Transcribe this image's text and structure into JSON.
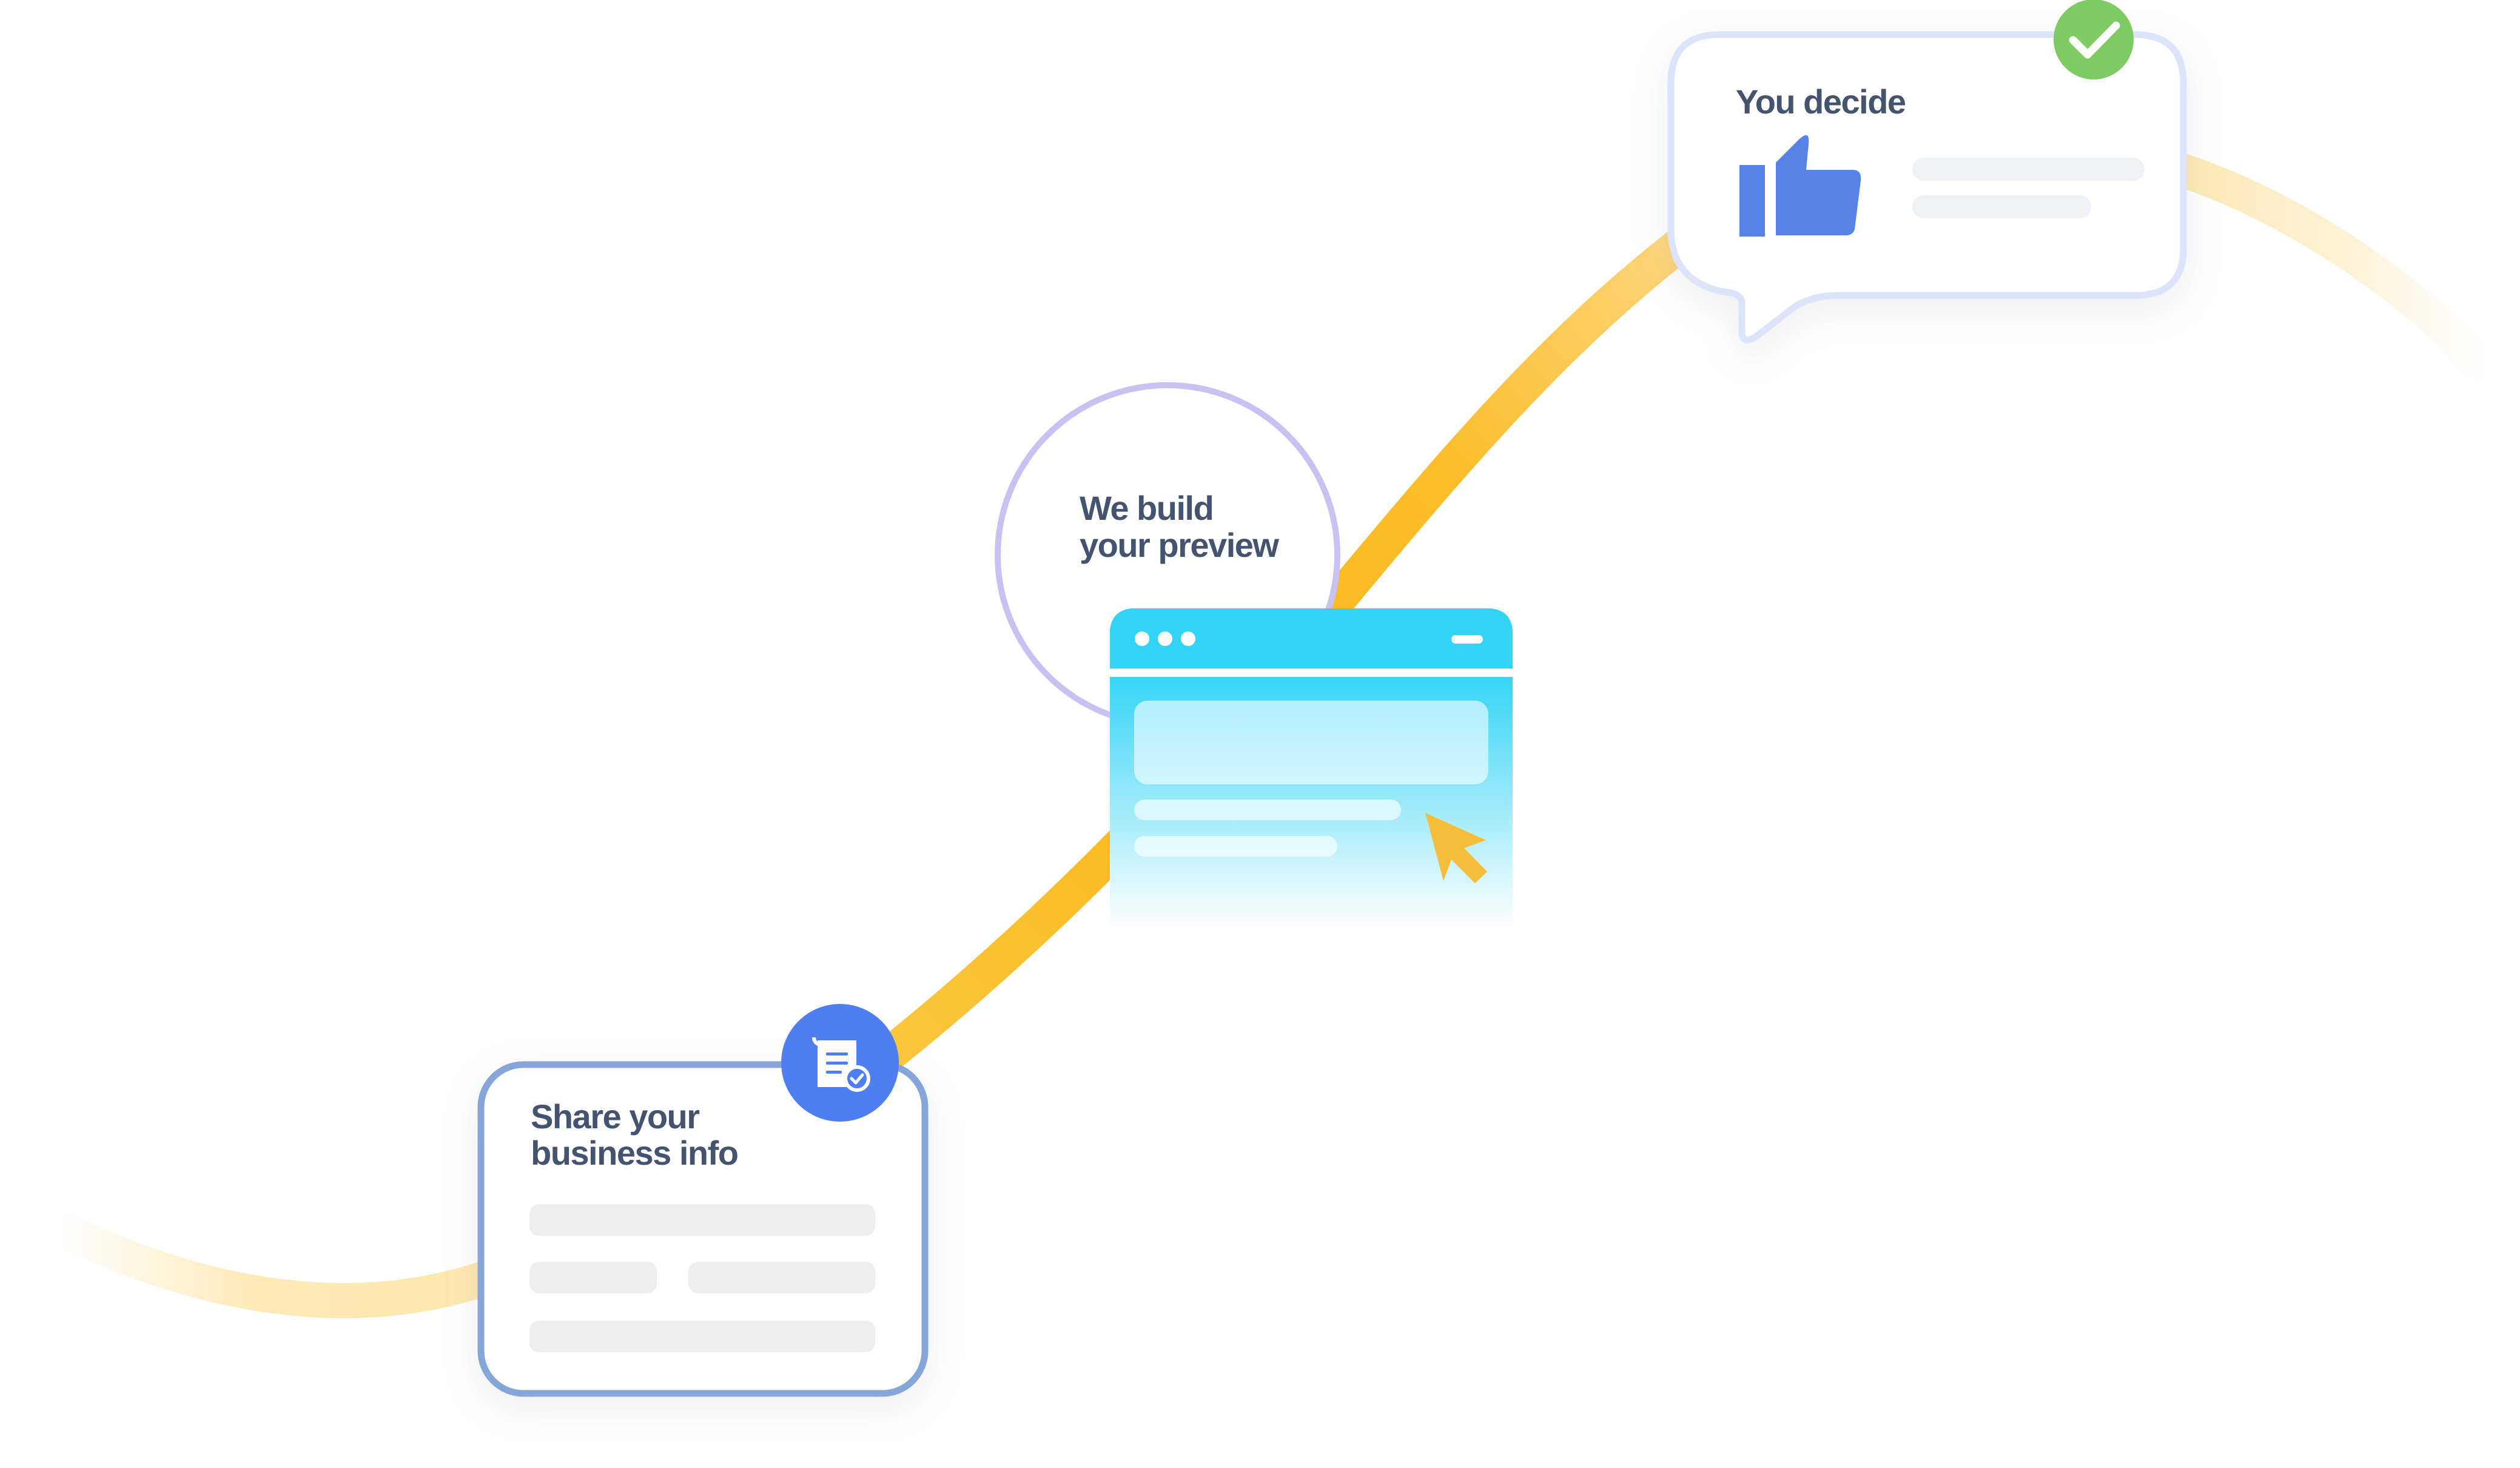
{
  "steps": [
    {
      "id": "share",
      "title_lines": [
        "Share your",
        "business info"
      ],
      "badge_icon": "document-check-icon",
      "accent": "#4f7ef0"
    },
    {
      "id": "build",
      "title_lines": [
        "We build",
        "your preview"
      ],
      "icon": "browser-window-icon",
      "accent": "#33d3f5"
    },
    {
      "id": "decide",
      "title_lines": [
        "You decide"
      ],
      "icon": "thumbs-up-icon",
      "badge_icon": "checkmark-icon",
      "accent": "#5783e8",
      "badge_color": "#7dcb62"
    }
  ],
  "colors": {
    "path": "#fbbd22",
    "text": "#44536e",
    "card_border_blue": "#86a5d8",
    "card_border_light": "#dbe4fb",
    "circle_border": "#c7c2f2",
    "placeholder": "#eeeeee",
    "cursor": "#f5bd3a"
  }
}
